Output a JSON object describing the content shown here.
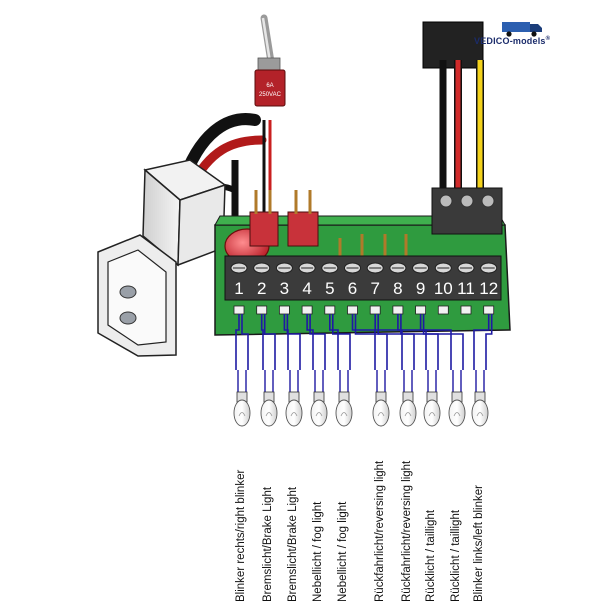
{
  "brand": {
    "name": "VEDICO-models",
    "suffix": "®"
  },
  "toggle_switch": {
    "rating_line1": "6A",
    "rating_line2": "250VAC"
  },
  "terminal": {
    "pins": [
      "1",
      "2",
      "3",
      "4",
      "5",
      "6",
      "7",
      "8",
      "9",
      "10",
      "11",
      "12"
    ]
  },
  "outputs": [
    {
      "label": "Blinker rechts/right blinker"
    },
    {
      "label": "Bremslicht/Brake Light"
    },
    {
      "label": "Bremslicht/Brake Light"
    },
    {
      "label": "Nebellicht / fog light"
    },
    {
      "label": "Nebellicht / fog light"
    },
    {
      "label": "Rückfahrlicht/reversing light"
    },
    {
      "label": "Rückfahrlicht/reversing light"
    },
    {
      "label": "Rücklicht / taillight"
    },
    {
      "label": "Rücklicht / taillight"
    },
    {
      "label": "Blinker links/left blinker"
    }
  ],
  "colors": {
    "pcb": "#2f9b3f",
    "wire": "#1e1aa3",
    "header": "#c8323a",
    "led": "#c4282f"
  }
}
